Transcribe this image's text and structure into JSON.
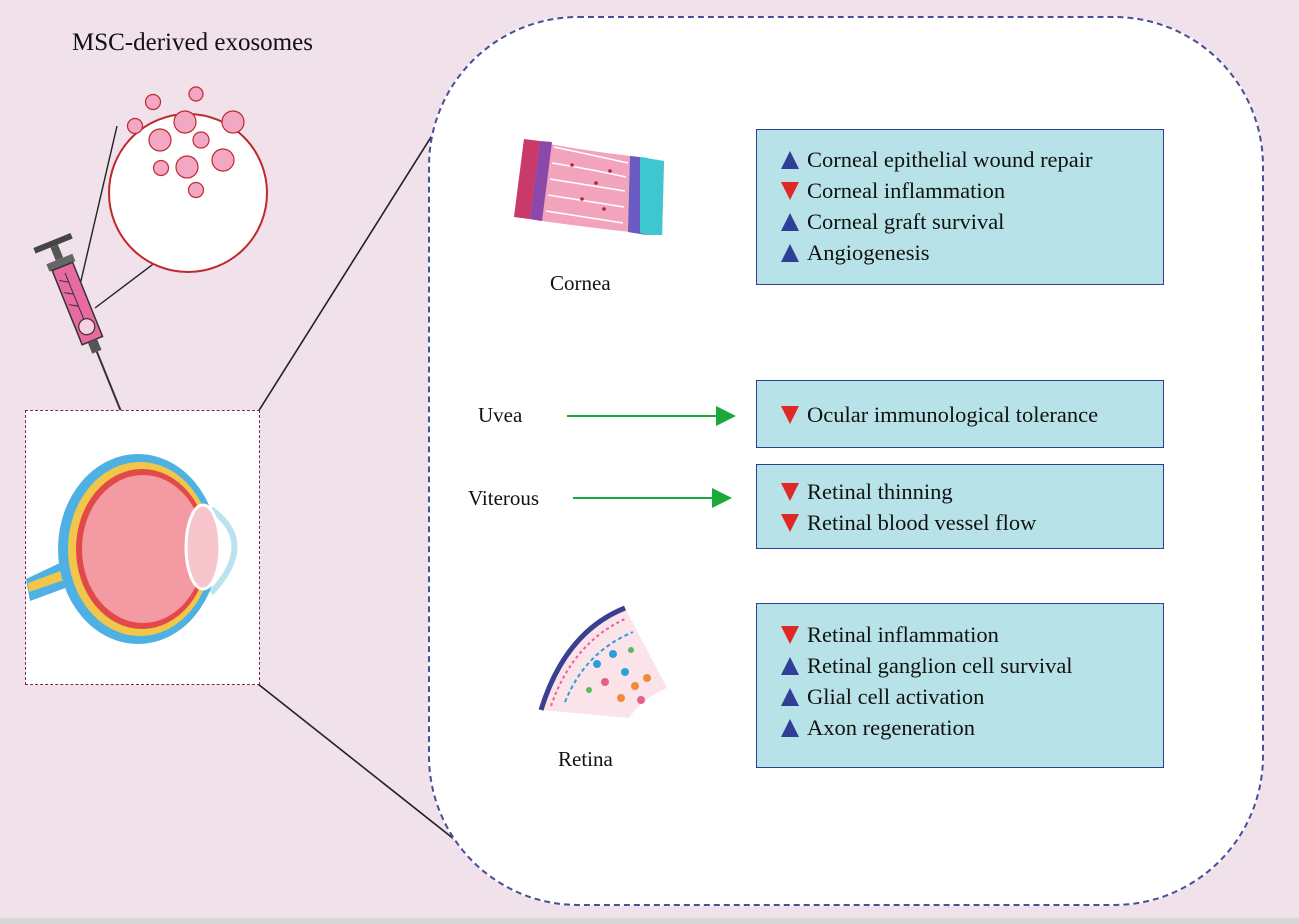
{
  "title": "MSC-derived exosomes",
  "tissues": {
    "cornea": "Cornea",
    "uvea": "Uvea",
    "viterous": "Viterous",
    "retina": "Retina"
  },
  "effect_groups": [
    {
      "tissue": "Cornea",
      "items": [
        {
          "direction": "up",
          "text": "Corneal epithelial wound repair"
        },
        {
          "direction": "down",
          "text": "Corneal inflammation"
        },
        {
          "direction": "up",
          "text": "Corneal graft survival"
        },
        {
          "direction": "up",
          "text": "Angiogenesis"
        }
      ]
    },
    {
      "tissue": "Uvea",
      "items": [
        {
          "direction": "down",
          "text": "Ocular immunological tolerance"
        }
      ]
    },
    {
      "tissue": "Viterous",
      "items": [
        {
          "direction": "down",
          "text": "Retinal thinning"
        },
        {
          "direction": "down",
          "text": "Retinal blood vessel flow"
        }
      ]
    },
    {
      "tissue": "Retina",
      "items": [
        {
          "direction": "down",
          "text": "Retinal inflammation"
        },
        {
          "direction": "up",
          "text": "Retinal ganglion cell survival"
        },
        {
          "direction": "up",
          "text": "Glial cell activation"
        },
        {
          "direction": "up",
          "text": "Axon regeneration"
        }
      ]
    }
  ],
  "colors": {
    "background": "#f0e1ea",
    "box_fill": "#b7e3e8",
    "box_border": "#2e3f95",
    "increase_marker": "#2e3f95",
    "decrease_marker": "#e02828",
    "arrow": "#1aaa3a",
    "panel_border": "#4a4f9a"
  },
  "icons": [
    "syringe-icon",
    "exosome-circle-icon",
    "eye-icon",
    "cornea-tissue-icon",
    "retina-tissue-icon"
  ]
}
